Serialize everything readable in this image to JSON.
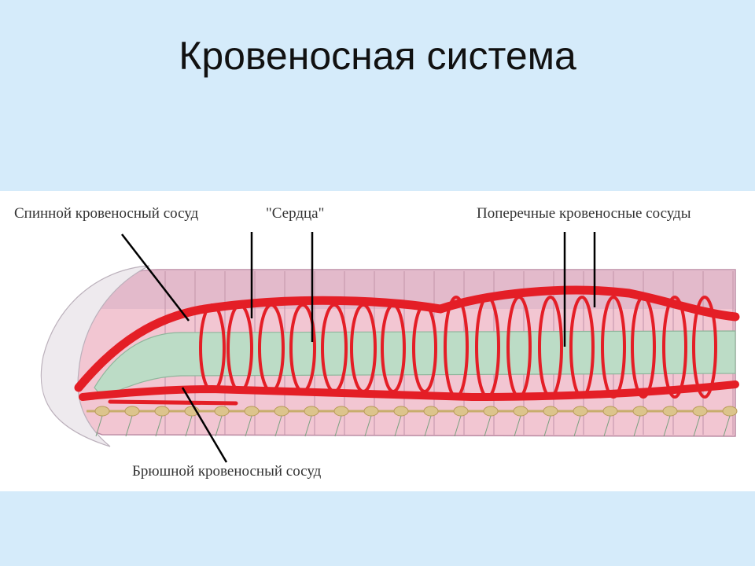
{
  "slide": {
    "title": "Кровеносная система"
  },
  "diagram": {
    "labels": {
      "dorsal_vessel": "Спинной кровеносный сосуд",
      "hearts": "\"Сердца\"",
      "transverse_vessels": "Поперечные кровеносные сосуды",
      "ventral_vessel": "Брюшной кровеносный сосуд"
    }
  },
  "colors": {
    "background": "#d5ebfa",
    "panel": "#ffffff",
    "vessel_red": "#e41e26",
    "body_pink": "#f2c6d2",
    "gut_green": "#bcdcc6",
    "nerve_tan": "#dcc48c",
    "text": "#333333"
  }
}
